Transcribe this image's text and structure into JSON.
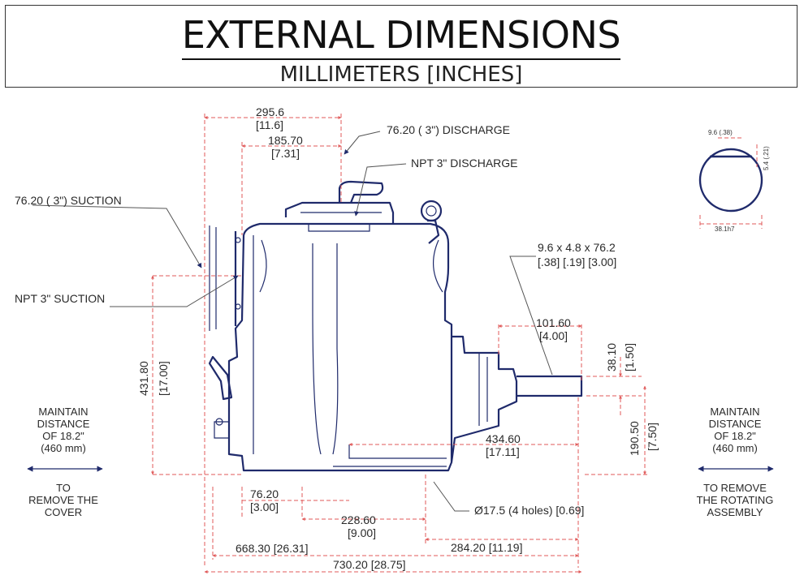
{
  "header": {
    "title": "EXTERNAL DIMENSIONS",
    "subtitle": "MILLIMETERS [INCHES]"
  },
  "labels": {
    "suction_size": "76.20 ( 3\") SUCTION",
    "npt_suction": "NPT 3\" SUCTION",
    "discharge_size": "76.20 ( 3\") DISCHARGE",
    "npt_discharge": "NPT 3\" DISCHARGE",
    "keyway": [
      "9.6 x 4.8 x 76.2",
      "[.38] [.19] [3.00]"
    ],
    "holes": "Ø17.5 (4 holes) [0.69]",
    "left_note": [
      "MAINTAIN",
      "DISTANCE",
      "OF 18.2\"",
      "(460 mm)",
      "TO",
      "REMOVE THE",
      "COVER"
    ],
    "right_note": [
      "MAINTAIN",
      "DISTANCE",
      "OF 18.2\"",
      "(460 mm)",
      "TO REMOVE",
      "THE ROTATING",
      "ASSEMBLY"
    ]
  },
  "dimensions": {
    "d_295": [
      "295.6",
      "[11.6]"
    ],
    "d_185": [
      "185.70",
      "[7.31]"
    ],
    "d_431": [
      "431.80",
      "[17.00]"
    ],
    "d_101": [
      "101.60",
      "[4.00]"
    ],
    "d_38": [
      "38.10",
      "[1.50]"
    ],
    "d_190": [
      "190.50",
      "[7.50]"
    ],
    "d_434": [
      "434.60",
      "[17.11]"
    ],
    "d_76": [
      "76.20",
      "[3.00]"
    ],
    "d_228": [
      "228.60",
      "[9.00]"
    ],
    "d_284": "284.20 [11.19]",
    "d_668": "668.30 [26.31]",
    "d_730": "730.20 [28.75]"
  },
  "shaft_detail": {
    "width": "9.6 (.38)",
    "height": "5.4 (.21)",
    "diameter": "38.1h7"
  },
  "colors": {
    "outline": "#1f2a6b",
    "dimension": "#e05a5a"
  }
}
